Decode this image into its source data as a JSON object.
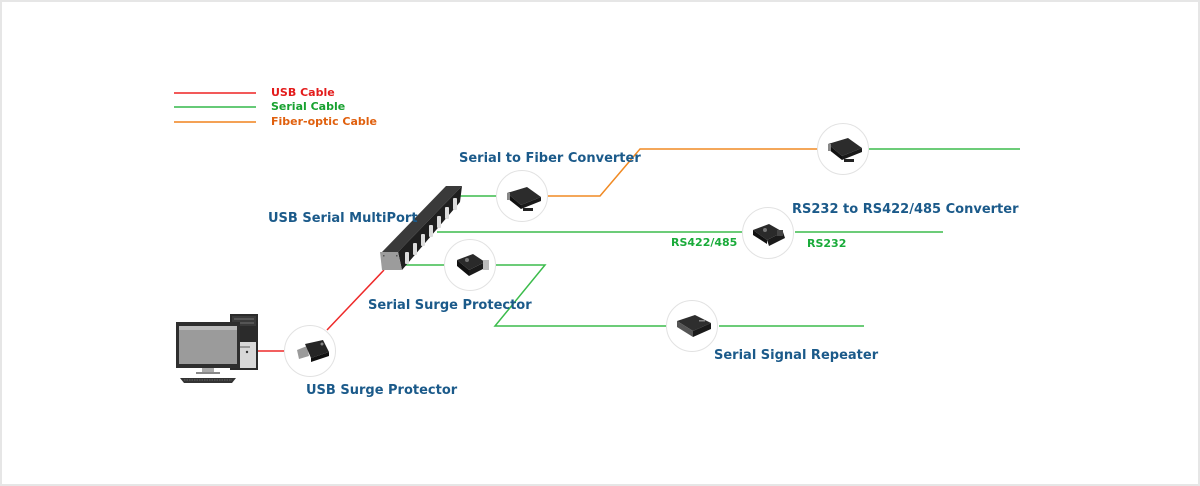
{
  "legend": [
    {
      "label": "USB Cable",
      "color": "#ee2222",
      "text_color": "#e31b1b"
    },
    {
      "label": "Serial Cable",
      "color": "#34b84a",
      "text_color": "#17a12f"
    },
    {
      "label": "Fiber-optic Cable",
      "color": "#f4a155",
      "text_color": "#e0600e"
    }
  ],
  "colors": {
    "usb": "#ee2a2a",
    "serial": "#3cbc4c",
    "fiber": "#f08a24",
    "label": "#1b5a8a",
    "sublabel": "#1aab3a"
  },
  "devices": {
    "pc": {
      "label": ""
    },
    "usb_surge": {
      "label": "USB Surge Protector"
    },
    "multiport": {
      "label": "USB Serial MultiPort"
    },
    "serial_fiber": {
      "label": "Serial to Fiber Converter"
    },
    "fiber_remote": {
      "label": ""
    },
    "rs_converter": {
      "label": "RS232 to RS422/485 Converter",
      "left_port": "RS422/485",
      "right_port": "RS232"
    },
    "serial_surge": {
      "label": "Serial Surge Protector"
    },
    "repeater": {
      "label": "Serial Signal Repeater"
    }
  }
}
